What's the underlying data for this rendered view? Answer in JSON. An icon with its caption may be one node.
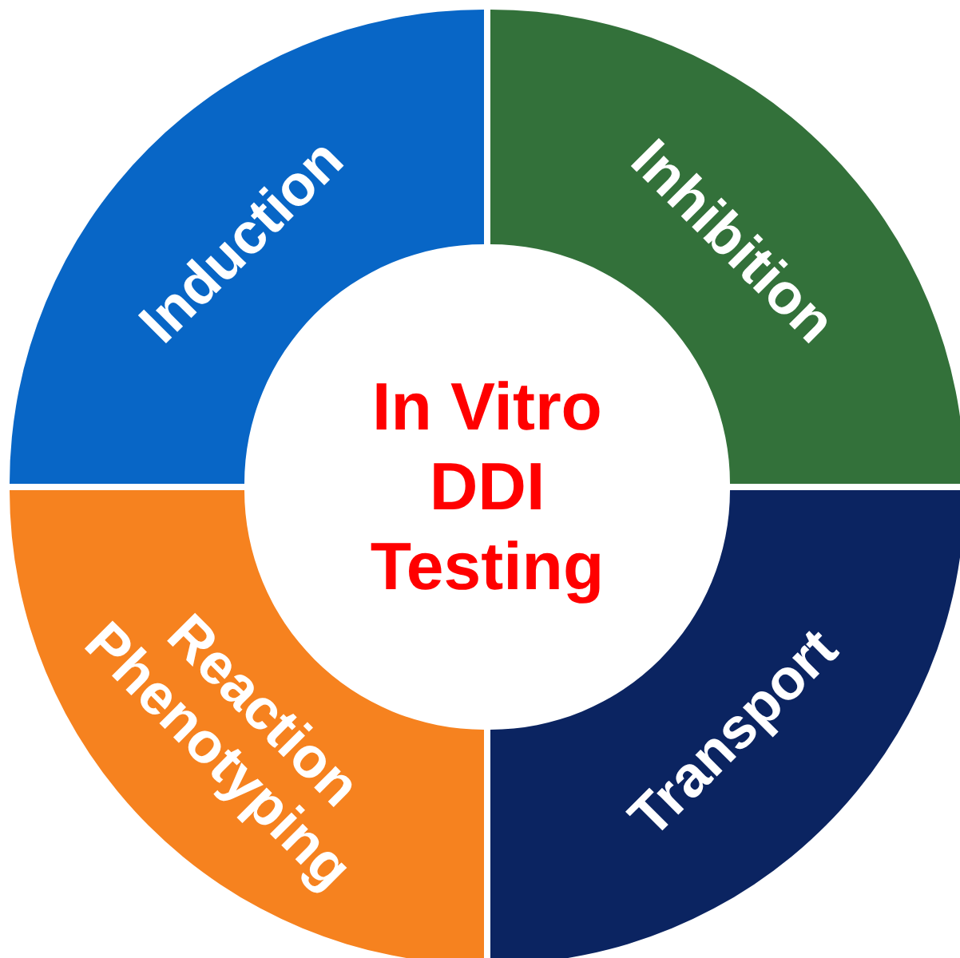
{
  "diagram": {
    "nodes": [
      {
        "text": [
          "In Vitro DDI Testing"
        ]
      },
      {
        "text": [
          "Induction"
        ]
      },
      {
        "text": [
          "Inhibition"
        ]
      },
      {
        "text": [
          "Transport"
        ]
      },
      {
        "text": [
          "Reaction Phenotyping"
        ]
      }
    ]
  }
}
